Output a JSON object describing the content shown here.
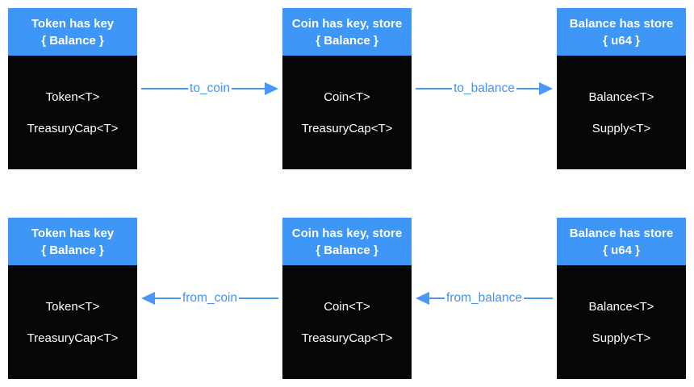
{
  "colors": {
    "header_blue": "#3E96F7",
    "arrow_blue": "#4A97F7",
    "body_black": "#060606",
    "text_white": "#FFFFFF",
    "background": "#FFFFFF"
  },
  "rows": [
    {
      "boxes": [
        {
          "header_line1": "Token has key",
          "header_line2": "{ Balance }",
          "fields": [
            "Token<T>",
            "TreasuryCap<T>"
          ]
        },
        {
          "header_line1": "Coin has key, store",
          "header_line2": "{ Balance }",
          "fields": [
            "Coin<T>",
            "TreasuryCap<T>"
          ]
        },
        {
          "header_line1": "Balance has store",
          "header_line2": "{ u64 }",
          "fields": [
            "Balance<T>",
            "Supply<T>"
          ]
        }
      ],
      "arrows": [
        {
          "label": "to_coin",
          "direction": "right"
        },
        {
          "label": "to_balance",
          "direction": "right"
        }
      ]
    },
    {
      "boxes": [
        {
          "header_line1": "Token has key",
          "header_line2": "{ Balance }",
          "fields": [
            "Token<T>",
            "TreasuryCap<T>"
          ]
        },
        {
          "header_line1": "Coin has key, store",
          "header_line2": "{ Balance }",
          "fields": [
            "Coin<T>",
            "TreasuryCap<T>"
          ]
        },
        {
          "header_line1": "Balance has store",
          "header_line2": "{ u64 }",
          "fields": [
            "Balance<T>",
            "Supply<T>"
          ]
        }
      ],
      "arrows": [
        {
          "label": "from_coin",
          "direction": "left"
        },
        {
          "label": "from_balance",
          "direction": "left"
        }
      ]
    }
  ]
}
